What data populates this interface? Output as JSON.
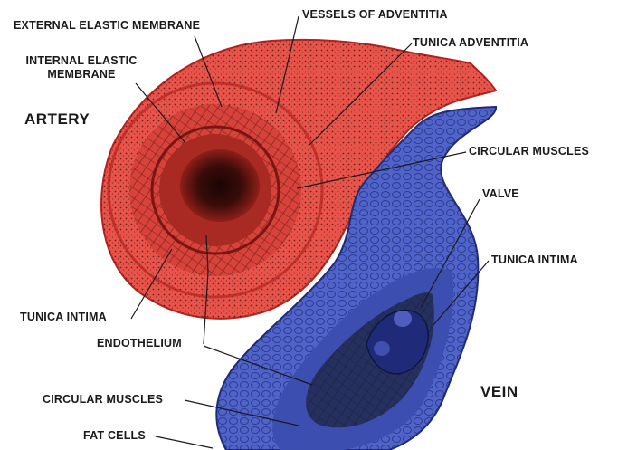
{
  "labels": {
    "external_elastic_membrane": "EXTERNAL ELASTIC MEMBRANE",
    "vessels_of_adventitia": "VESSELS OF ADVENTITIA",
    "internal_elastic_membrane_line1": "INTERNAL ELASTIC",
    "internal_elastic_membrane_line2": "MEMBRANE",
    "tunica_adventitia": "TUNICA ADVENTITIA",
    "artery": "ARTERY",
    "circular_muscles_right": "CIRCULAR MUSCLES",
    "valve": "VALVE",
    "tunica_intima_right": "TUNICA INTIMA",
    "tunica_intima_left": "TUNICA INTIMA",
    "endothelium": "ENDOTHELIUM",
    "vein": "VEIN",
    "circular_muscles_left": "CIRCULAR MUSCLES",
    "fat_cells": "FAT CELLS"
  },
  "colors": {
    "artery": "#e8534a",
    "artery_dark": "#b3241f",
    "artery_lumen": "#2a0a08",
    "vein": "#4f63c9",
    "vein_dark": "#1f2a78",
    "vein_lumen": "#26305e",
    "leader": "#1a1a1a"
  }
}
